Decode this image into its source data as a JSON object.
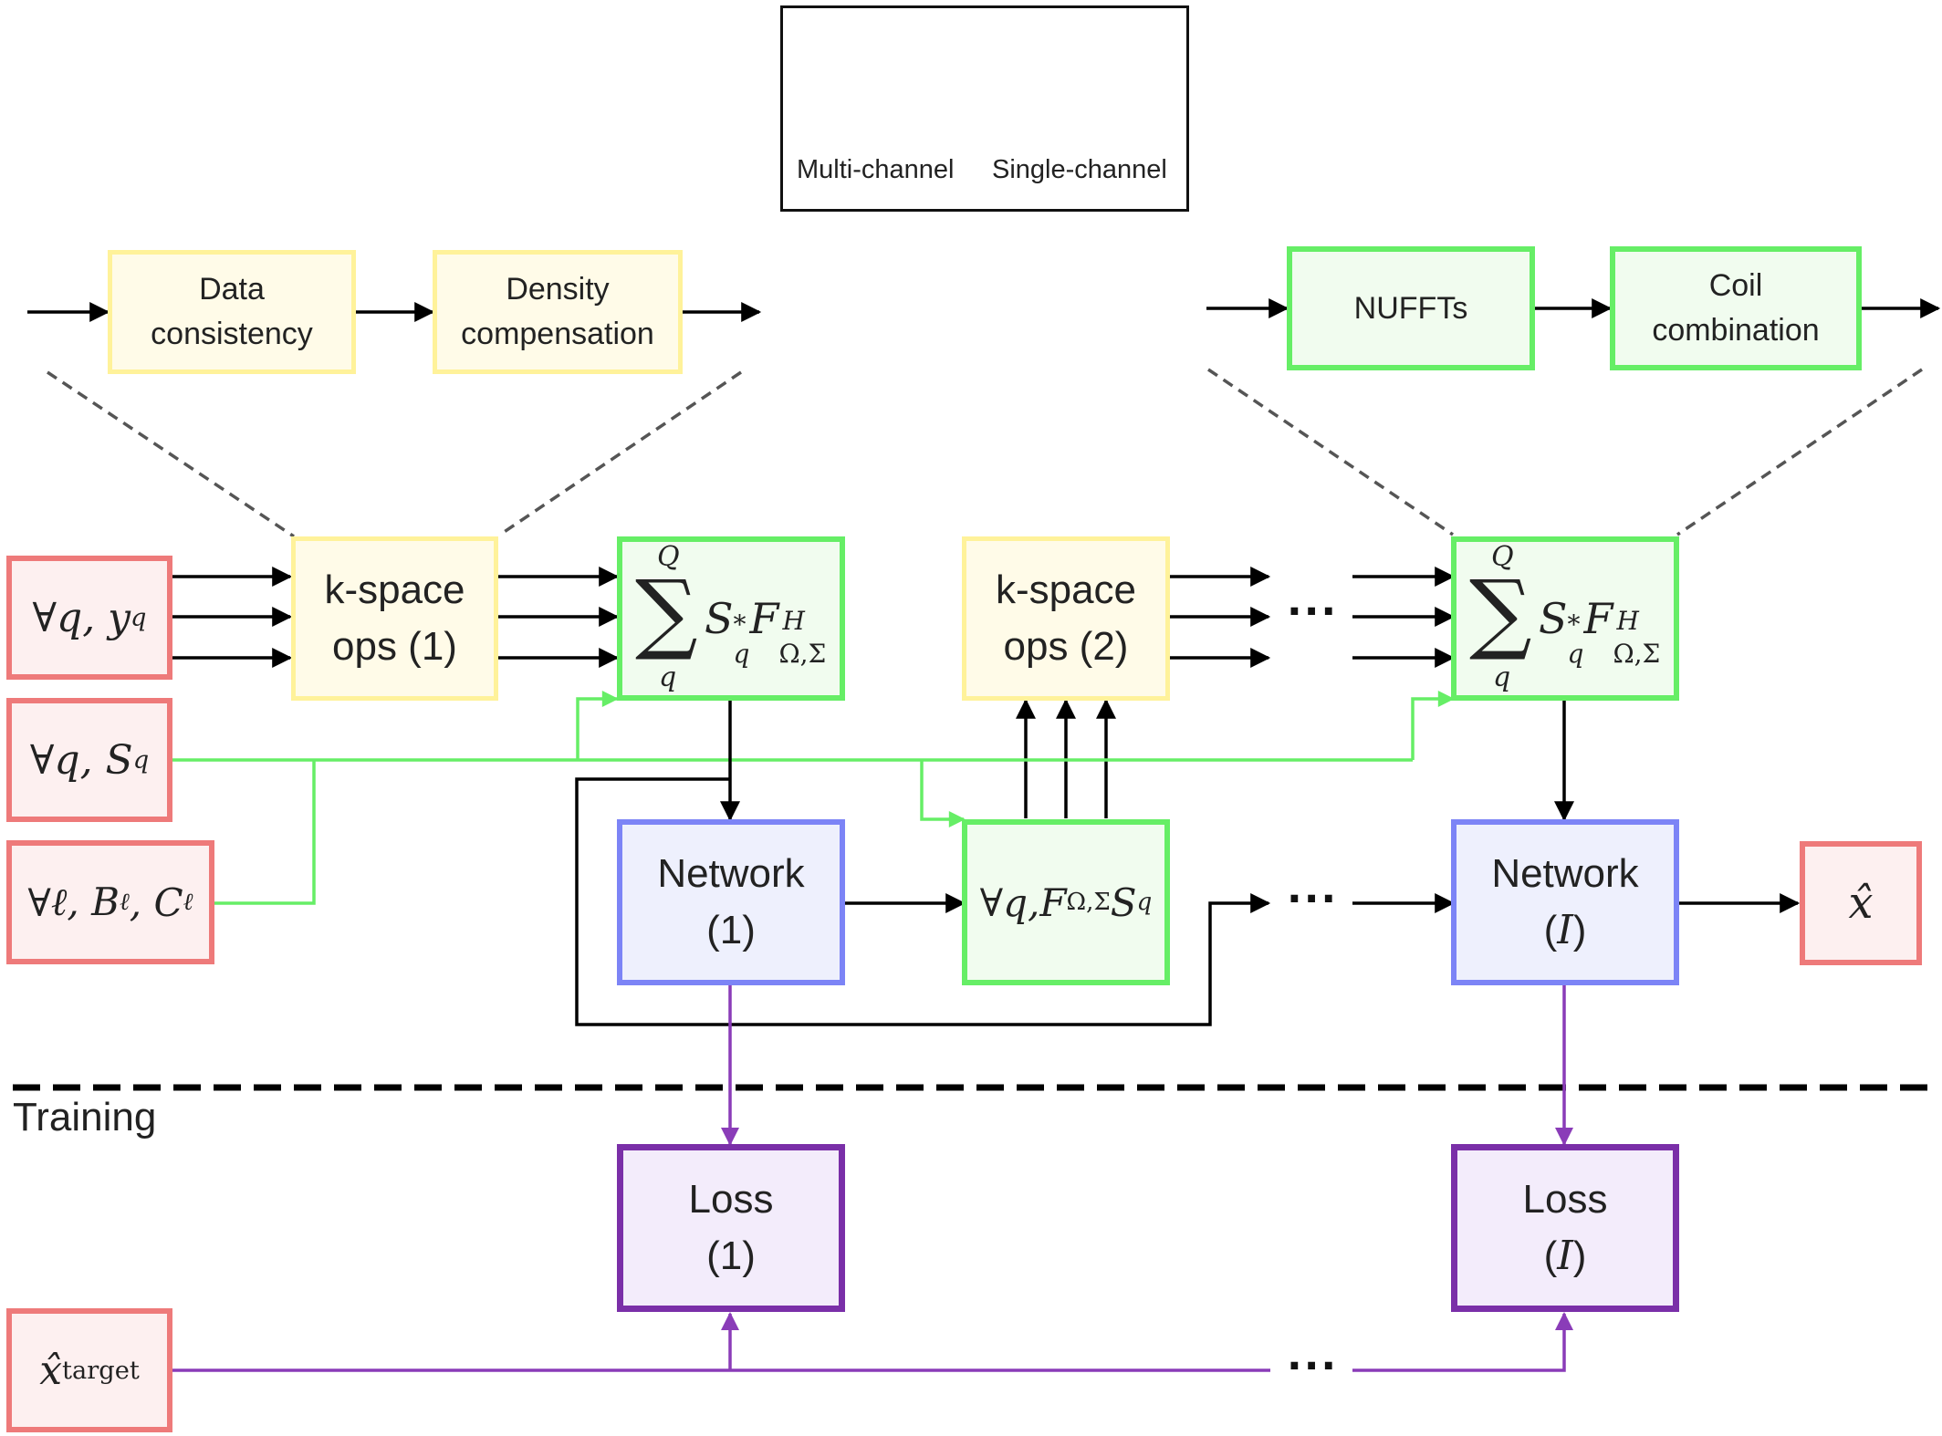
{
  "legend": {
    "multi_channel": "Multi-channel",
    "single_channel": "Single-channel"
  },
  "zoom_left": {
    "data_consistency": "Data\nconsistency",
    "density_compensation": "Density\ncompensation"
  },
  "zoom_right": {
    "nuffts": "NUFFTs",
    "coil_combination": "Coil\ncombination"
  },
  "inputs": {
    "yq": {
      "forall": "∀",
      "var": "q, y",
      "sub": "q"
    },
    "sq": {
      "forall": "∀",
      "var": "q, S",
      "sub": "q"
    },
    "bc": {
      "forall": "∀",
      "var": "ℓ, B",
      "sub1": "ℓ",
      "mid": ", C",
      "sub2": "ℓ"
    },
    "xtarget": {
      "var": "x̂",
      "sub": "target"
    }
  },
  "kspace1": "k-space\nops (1)",
  "kspace2": "k-space\nops (2)",
  "adjoint": {
    "upper": "Q",
    "lower": "q",
    "sigma": "∑",
    "s": "S",
    "s_sub": "q",
    "s_sup": "*",
    "f": "F",
    "f_sub": "Ω,Σ",
    "f_sup": "H"
  },
  "forward": {
    "forall": "∀",
    "q": "q, ",
    "f": "F",
    "f_sub": "Ω,Σ",
    "s": "S",
    "s_sub": "q"
  },
  "network1": "Network\n(1)",
  "networkI": {
    "line1": "Network",
    "line2": "(",
    "italic": "I",
    "close": ")"
  },
  "loss1": "Loss\n(1)",
  "lossI": {
    "line1": "Loss",
    "line2": "(",
    "italic": "I",
    "close": ")"
  },
  "output": "x̂",
  "training": "Training",
  "ellipsis": "···",
  "colors": {
    "yellow_border": "#fff29a",
    "green_border": "#66ee66",
    "red_border": "#ee7a7a",
    "blue_border": "#7c84f6",
    "purple_border": "#7a2fa8",
    "green_line": "#66ee66",
    "purple_line": "#8a3cb8"
  }
}
